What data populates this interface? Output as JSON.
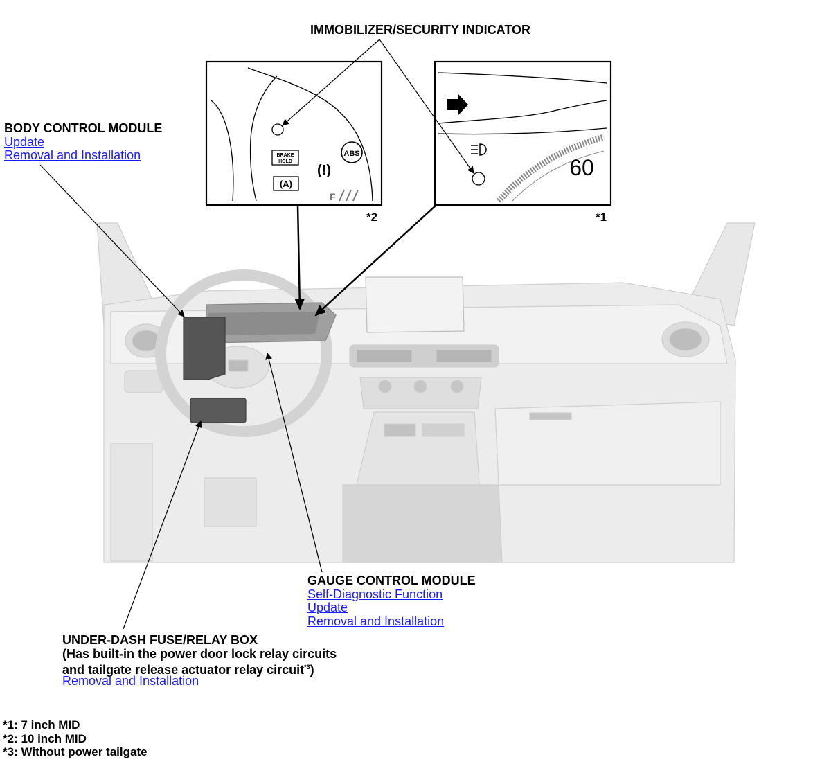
{
  "indicator_label": "IMMOBILIZER/SECURITY INDICATOR",
  "body_control_module": {
    "title": "BODY CONTROL MODULE",
    "links": [
      "Update",
      "Removal and Installation"
    ]
  },
  "gauge_control_module": {
    "title": "GAUGE CONTROL MODULE",
    "links": [
      "Self-Diagnostic Function",
      "Update",
      "Removal and Installation"
    ]
  },
  "under_dash_box": {
    "title": "UNDER-DASH FUSE/RELAY BOX",
    "desc1": "(Has built-in the power door lock relay circuits",
    "desc2": "and tailgate release actuator relay circuit",
    "desc2_sup": "*3",
    "desc2_end": ")",
    "links": [
      "Removal and Installation"
    ]
  },
  "inset_10": {
    "tag": "*2",
    "icons": {
      "brake_hold_line1": "BRAKE",
      "brake_hold_line2": "HOLD",
      "abs": "ABS",
      "brake_warn": "(!)",
      "auto_hold": "(A)",
      "fuel": "F"
    }
  },
  "inset_7": {
    "tag": "*1",
    "speed": "60"
  },
  "footnotes": [
    "*1: 7 inch MID",
    "*2: 10 inch MID",
    "*3: Without power tailgate"
  ],
  "colors": {
    "link": "#1a1aff",
    "dash": "#e6e6e6",
    "module": "#555555"
  }
}
